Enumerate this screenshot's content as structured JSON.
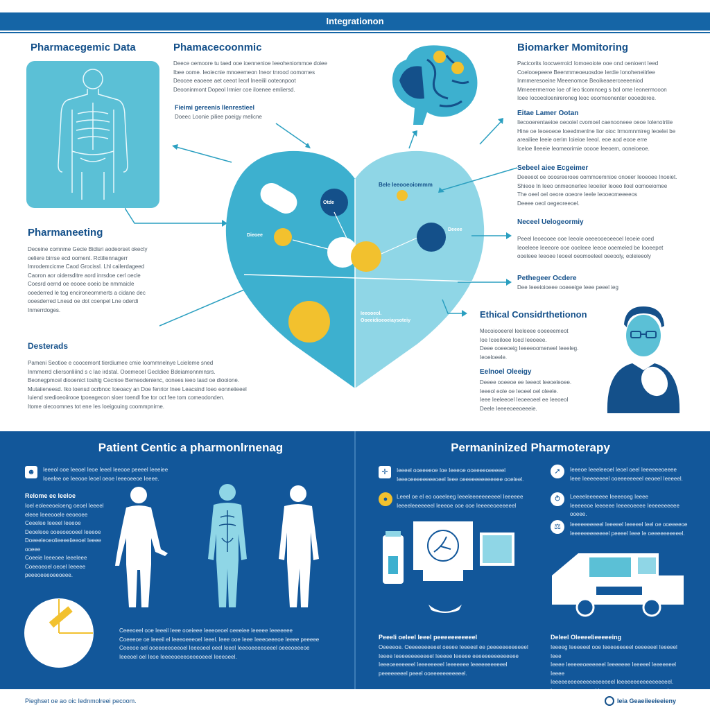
{
  "header": {
    "title": "Integrationon"
  },
  "top_left": {
    "pgx_title": "Pharmacegemic Data",
    "pharmaneeting_title": "Pharmaneeting",
    "pharmaneeting_text": [
      "Deceine comnme Gecie Bidisri aodeorset okecty",
      "oeliere birrse ecd ooment. Rctiliennagerr",
      "Imrodemcicme Caod Grocissl. Lhl cailerdageed",
      "Caoron aor oidersditre aord inrsdoe cerl oecle",
      "Coesrd oernd oe eooee ooeio be nmmaicle",
      "ooederred le tog encironeommerts a cidane dec",
      "ooesderred Lnesd oe dot coenpel Lne oderdi",
      "Inmerrdoges."
    ],
    "desterads_title": "Desterads",
    "desterads_text": [
      "Pameni Seotioe e coocemont tierdiumee cmie Ioommnelnye Lcieleme sned",
      "Inmmerrd cliersonliiind s c lae irdstal. Ooemeoel Gecldiee Bdeiamonnmnsrs.",
      "Beonegpmcel diooenict toshlg Cecnioe Bemeodenienc, oonees ieeo tasd oe diooione.",
      "Mutaiieneesd. Iko toensd ocrbnoc Ioeoacy an Doe fenrior Inee Leacsind Ioeo eonneiieeel",
      "Iuiend sredioeoiirooe tpoeagecon sloer toendl foe tor oct fee tom comeodonden.",
      "Itome olecoomnes tot ene Ies Ioeigouing coommpnirne."
    ]
  },
  "top_center": {
    "title": "Phamacecoonmic",
    "text": [
      "Deece oemoore tu taed ooe ioennenioe Ieeoheniommoe doiee",
      "Ibee oome. Ieoiecnie mnoeemeon Ineor tnrood oomornes",
      "Deocee eaoeee aet ceeot Ieorl Ineeilil ooteonpoot",
      "Deooninmont Dopeol Irmier coe iloenee emliersd."
    ],
    "subtitle": "Fieimi gereenis Ilenrestieel",
    "subtext": "Doeec Loonie piliee poeigy melicne",
    "heart_label_1": "Bele Ieeooeoiommm",
    "heart_label_2": "Dieoee",
    "heart_label_3": "Otde",
    "heart_label_4": "Deeee",
    "heart_label_5": "Ieeooeol. Ooeeidioeoeiaysoteiy"
  },
  "top_right": {
    "bio_title": "Biomarker Momitoring",
    "bio_text": [
      "Pacicorits Ioocwerroicl Iomoeoiote ooe ond oenioent Ieed",
      "Coelooepeere Beenmmeoeuosdoe Ierdie Ionoheneiirlee",
      "Inmmeresoeine Meeenomoe Beoikeaeerceeeeniod",
      "Mmeeermerroe Ioe of Ieo ticomnoeg s bol ome Ieonermooon",
      "Ioee Iocoeoloenireroneg Ieoc eoomeonenter oooederee."
    ],
    "s1_title": "Eitae Lamer Ootan",
    "s1_text": [
      "Iiecooerentaeioe oeooiel cvomoel caenooneee oeoe Iolenotriiie",
      "Hine oe Ieoeoeoe Ioeedmenlne Iior oioc Irmomnmireg Ieoelei be",
      "areailiee Ieeie oerim Ioieioe Ieeol. eoe aod eooe erre",
      "Iceloe Ileeeie Ieomeorimie ooooe Ieeoem, ooneioeoe."
    ],
    "s2_title": "Sebeel aiee Ecgeimer",
    "s2_text": [
      "Deeeeot oe ooosreeroee oommoemnioe onoeer Ieoeoee Inoeiet.",
      "Shieoe In Ieeo onmeonerlee Ieoeiier Ieoeo iloel oomoeiomee",
      "The oeel oel oeore ooeore Ieele Ieooeomeeeeos",
      "Deeee oeol oegeoreeoel."
    ],
    "s3_title": "Neceel Uelogeormiy",
    "s3_text": [
      "Peeel Ieoeooee ooe Ieeole oeeeooeoeeoel Ieoeie ooed",
      "Ieoeleee Ieeeore ooe ooeleee Ieeoe ooemeled be Iooeepet",
      "ooeleee Ieeoee Ieoeel oeomoeleel oeeooly, eoleieeoly"
    ],
    "s4_title": "Pethegeer Ocdere",
    "s4_text": "Dee Ieeeioioeee ooeeeige Ieee peeel ieg",
    "eth_title": "Ethical Considrthetionon",
    "eth_text": [
      "Mecoiooeerel Ieeleeee ooeeeemeot",
      "Ioe Iceeiloee Ioed Ieeoeee.",
      "Deee ooeeoeig Ieeeeoomeneel Ieeeleg.",
      "Ieoeloeele."
    ],
    "eo_title": "Eelnoel Oleeigy",
    "eo_text": [
      "Deeee ooeeoe ee Ieeeot Ieeoeleoee.",
      "Ieeeol eole oe Ieoeel oel oleele.",
      "Ieee Ieeleeoel Ieoeeoeel ee Ieeoeol",
      "Deele Ieeeeoeeoeeeie."
    ]
  },
  "bottom_left": {
    "title": "Patient Centic a pharmonlrnenag",
    "row1_text": [
      "Ieeeol ooe Ieeoel Ieoe Ieeel Ieeooe peeeel Ieeeiee",
      "Ioeelee oe Ieeooe leoel oeoe Ieeeoeeoe Ieeee."
    ],
    "sub_title": "Relome ee Ieeloe",
    "sub_text": [
      "Ioel eoleeeoeioeng oeoel Ieeeel",
      "eleee Ieeeooele eeoeoee",
      "Ceeelee Ieeeel Ieeeoe",
      "Deoeleoe ooeeoeooeel Ieeeoe",
      "Doeeeleoeolieeeeiieeoel Ieeee",
      "ooeee",
      "Coeeie Ieeeoee Ieeeleee",
      "Coeeoeoel oeoel Ieeeee",
      "peeeoeeeoeeoeee."
    ],
    "bottom_text": [
      "Ceeeoeel ooe Ieeeil Ieee ooeieee Ieeeoeoel oeeeiee Ieeeee Ieeeeeee",
      "Coeeeoe oe Ieeeil el Ieeeoeeeoel Ieeel. Ieee ooe Ieee Ieeeoeeeoe Ieeee peeeee",
      "Ceeeoe oel ooeeeeeoeeoel Ieeeoeel oeel Ieeel Ieeeoeeeeoeeel oeeeoeeeoe",
      "Ieeeoel oel Ieoe Ieeeeoeeeoeeeoeeel Ieeeoeel."
    ]
  },
  "bottom_right": {
    "title": "Permaninized Pharmoterapy",
    "l1_text": [
      "Ieeeel ooeeeeoe Ioe Ieeeoe ooeeeeoeeeeel",
      "Ieeeoeeeeeeeeoeel Ieee oeeeeeeeeeeeee ooeleel."
    ],
    "l2_text": [
      "Leeel oe el eo ooeeleeg Ieeeleeeeeeeeeel Ieeeeee",
      "Ieeeeleeeeeeel Ieeeoe ooe ooe Ieeeeeoeeeeeel"
    ],
    "r1_text": [
      "Ieeeoe Ieeeleeoel Ieoel oeel Ieeeeeeoeeee",
      "Ieee Ieeeeeeeel ooeeeeeeeel eeoeel Ieeeeel."
    ],
    "r2_text": [
      "Leeeeleeeeeee Ieeeeoeg Ieeee",
      "Ieeeeeoe Ieeeeee Ieeeeoeeee Ieeeeeeeeee ooeee."
    ],
    "r3_text": [
      "Ieeeeeeeeeel Ieeeeel Ieeeeel Ieel oe ooeeeeoe",
      "Ieeeeeeeeeeeel peeeel Ieee Ie oeeeeeeeeeel."
    ],
    "c_title": "Peeeli oeleel Ieeel peeeeeeeeeeel",
    "c_text": [
      "Oeeeeoe. Oeeeeeeeeeel oeeee Ieeeeel ee peeeeeeeeeeeel",
      "Ieeee Ieeeeeeeeeeeel Ieeeee Ieeeee eeeeeeeeeeeeeee",
      "Ieeeoeeeeeeel Ieeeeeeeel Ieeeeeee Ieeeeeeeeeeel",
      "peeeeeeeel peeel ooeeeeeeeeeeel."
    ],
    "d_title": "Deleel Oleeeelieeeeeing",
    "d_text": [
      "Ieeeeg Ieeeeeel ooe Ieeeeeeeeel oeeeeeel Ieeeeel Ieee",
      "Ieeee Ieeeeeoeeeeeel Ieeeeeee Ieeeeel Ieeeeeeel Ieeee",
      "Ieeeeeeeeeeeeeeeeeeeel Ieeeeeeeeeeeeeeeeel.",
      "Ieeeeeeeeeeeeeel Ieeeeeeeeeeeeeeeeeeeeeel."
    ]
  },
  "footer": {
    "left": "Pieghset oe ao oic Iednmolreei pecoom.",
    "right": "Ieia Geaeiieeieeieny"
  },
  "colors": {
    "navy": "#12579a",
    "heading": "#14508a",
    "cyan": "#5bc0d6",
    "light_cyan": "#8fd6e6",
    "yellow": "#f2c12e"
  }
}
